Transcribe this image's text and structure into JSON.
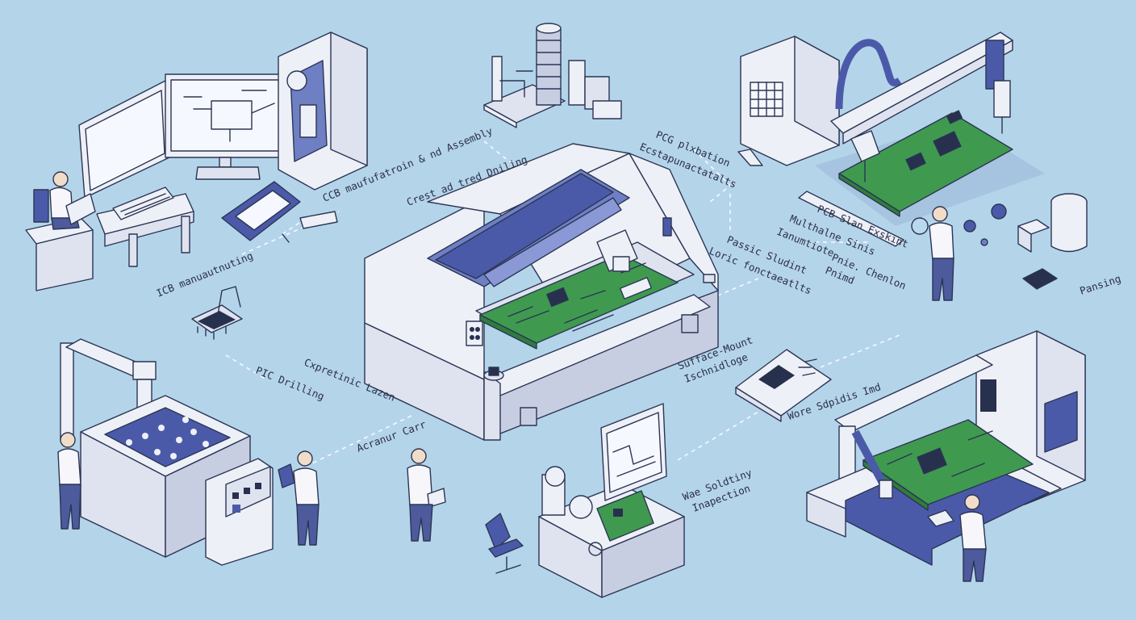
{
  "colors": {
    "background": "#b4d4ea",
    "machine_body": "#eef0f7",
    "accent_navy": "#4b5aa8",
    "pcb_green": "#3f9a4f",
    "outline": "#2b3554"
  },
  "labels": {
    "ccb_assembly": "CCB maufufatroin & nd Assembly",
    "crest_drilling": "Crest ad tred Dniling",
    "pcg_plxbation_1": "PCG plxbation",
    "pcg_plxbation_2": "Ecstapunactatalts",
    "icb_manufacturing": "ICB manuautnuting",
    "pcb_slan": "PCB Slan Exskint",
    "multi_1": "Multhalne Sinis",
    "multi_2": "Ianumtiote",
    "chenlon_1": "Pnie. Chenlon",
    "chenlon_2": "Pnimd",
    "passic_1": "Passic Sludint",
    "passic_2": "Loric fonctaeatlts",
    "pansing": "Pansing",
    "surface_mount_1": "Sufface-Mount",
    "surface_mount_2": "Ischnidloge",
    "pic_drilling": "PIC Drilling",
    "cxpretinic_layer": "Cxpretinic Lazen",
    "acranur_carr": "Acranur Carr",
    "wore_sdpidis": "Wore Sdpidis Imd",
    "wave_soldering_1": "Wae Soldtiny",
    "wave_soldering_2": "Inapection"
  },
  "icons": [
    "design-workstation",
    "cad-monitor",
    "laptop",
    "drone-scanner",
    "factory-plant",
    "cnc-drilling-machine",
    "pick-and-place-gantry",
    "plating-bath",
    "inspection-microscope",
    "reflow-oven",
    "operator"
  ]
}
